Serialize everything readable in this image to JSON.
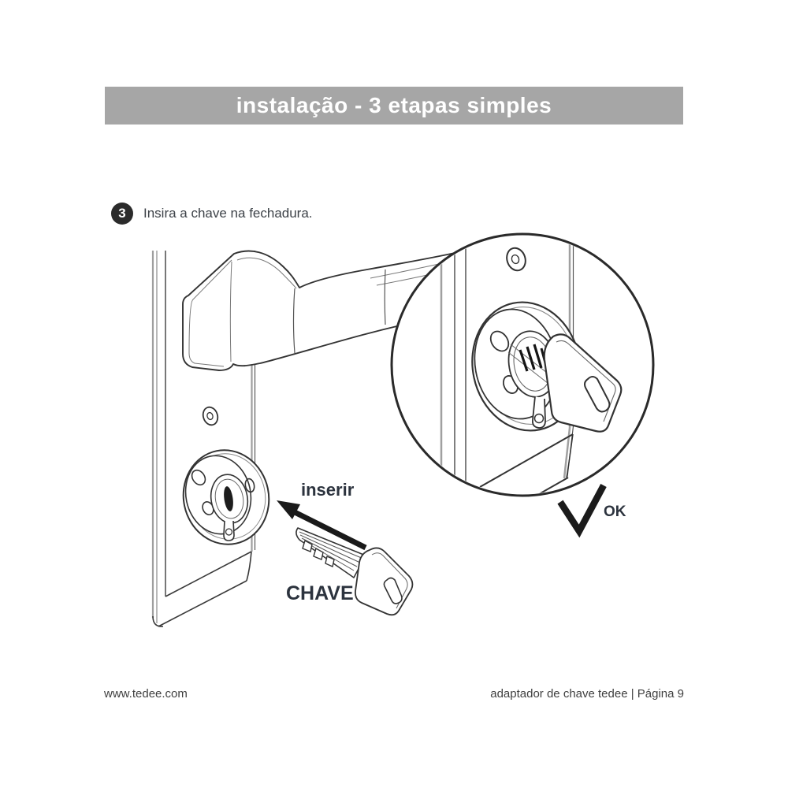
{
  "header": {
    "title": "instalação - 3 etapas simples",
    "bg_color": "#a6a6a6",
    "text_color": "#ffffff"
  },
  "step": {
    "number": "3",
    "instruction": "Insira a chave na fechadura."
  },
  "diagram": {
    "insert_label": "inserir",
    "key_label": "CHAVE",
    "ok_label": "OK",
    "label_color": "#2c333e",
    "line_color": "#333333",
    "icons": {
      "magnifier": "zoom-detail-circle",
      "checkmark": "✓",
      "arrow": "←"
    }
  },
  "footer": {
    "website": "www.tedee.com",
    "document_title": "adaptador de chave tedee | Página 9"
  }
}
